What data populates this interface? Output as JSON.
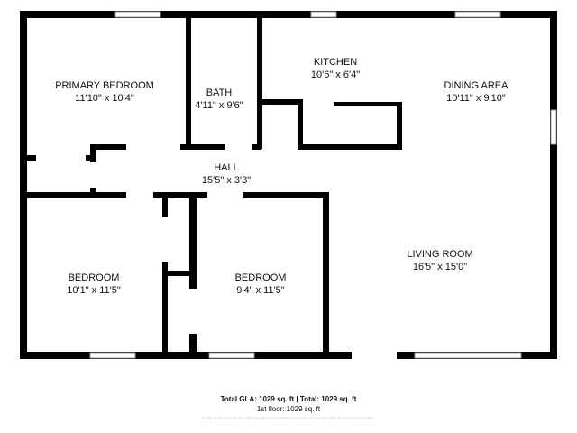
{
  "rooms": [
    {
      "name": "PRIMARY BEDROOM",
      "size": "11'10\" x 10'4\""
    },
    {
      "name": "BATH",
      "size": "4'11\" x 9'6\""
    },
    {
      "name": "KITCHEN",
      "size": "10'6\" x 6'4\""
    },
    {
      "name": "DINING AREA",
      "size": "10'11\" x 9'10\""
    },
    {
      "name": "HALL",
      "size": "15'5\" x 3'3\""
    },
    {
      "name": "LIVING ROOM",
      "size": "16'5\" x 15'0\""
    },
    {
      "name": "BEDROOM",
      "size": "10'1\" x 11'5\""
    },
    {
      "name": "BEDROOM",
      "size": "9'4\" x 11'5\""
    }
  ],
  "footer": {
    "total": "Total GLA: 1029 sq. ft | Total: 1029 sq. ft",
    "floor": "1st floor: 1029 sq. ft",
    "disclaimer": "FLOOR PLAN CREATED BY CUBICASA APP. MEASUREMENTS DEEMED HIGHLY RELIABLE BUT NOT GUARANTEED."
  }
}
